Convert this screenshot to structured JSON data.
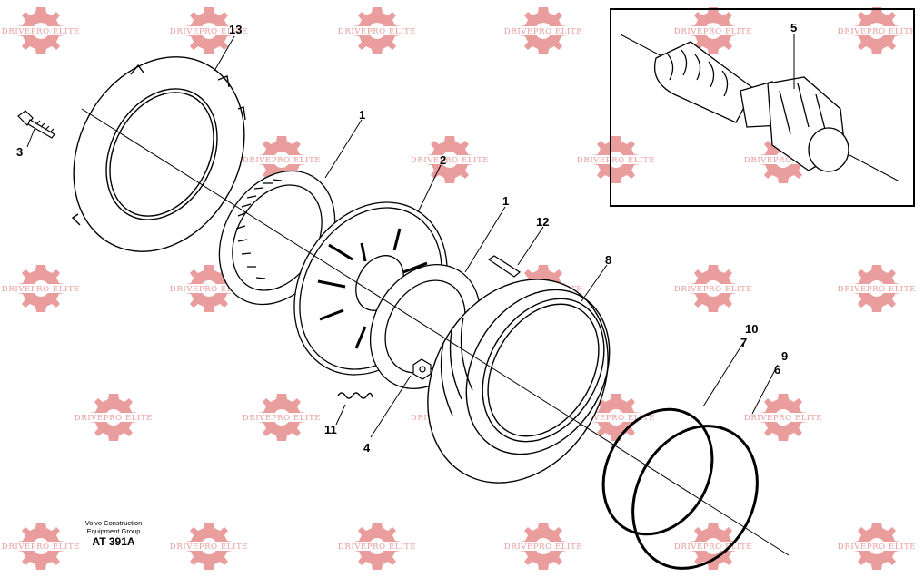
{
  "watermark": {
    "text": "DRIVEPRO ELITE",
    "color": "#e58c8c"
  },
  "part_labels": [
    "13",
    "3",
    "1",
    "2",
    "1",
    "12",
    "8",
    "5",
    "10",
    "7",
    "9",
    "6",
    "11",
    "4"
  ],
  "credit": {
    "line1": "Volvo Construction",
    "line2": "Equipment Group",
    "code": "AT 391A"
  }
}
